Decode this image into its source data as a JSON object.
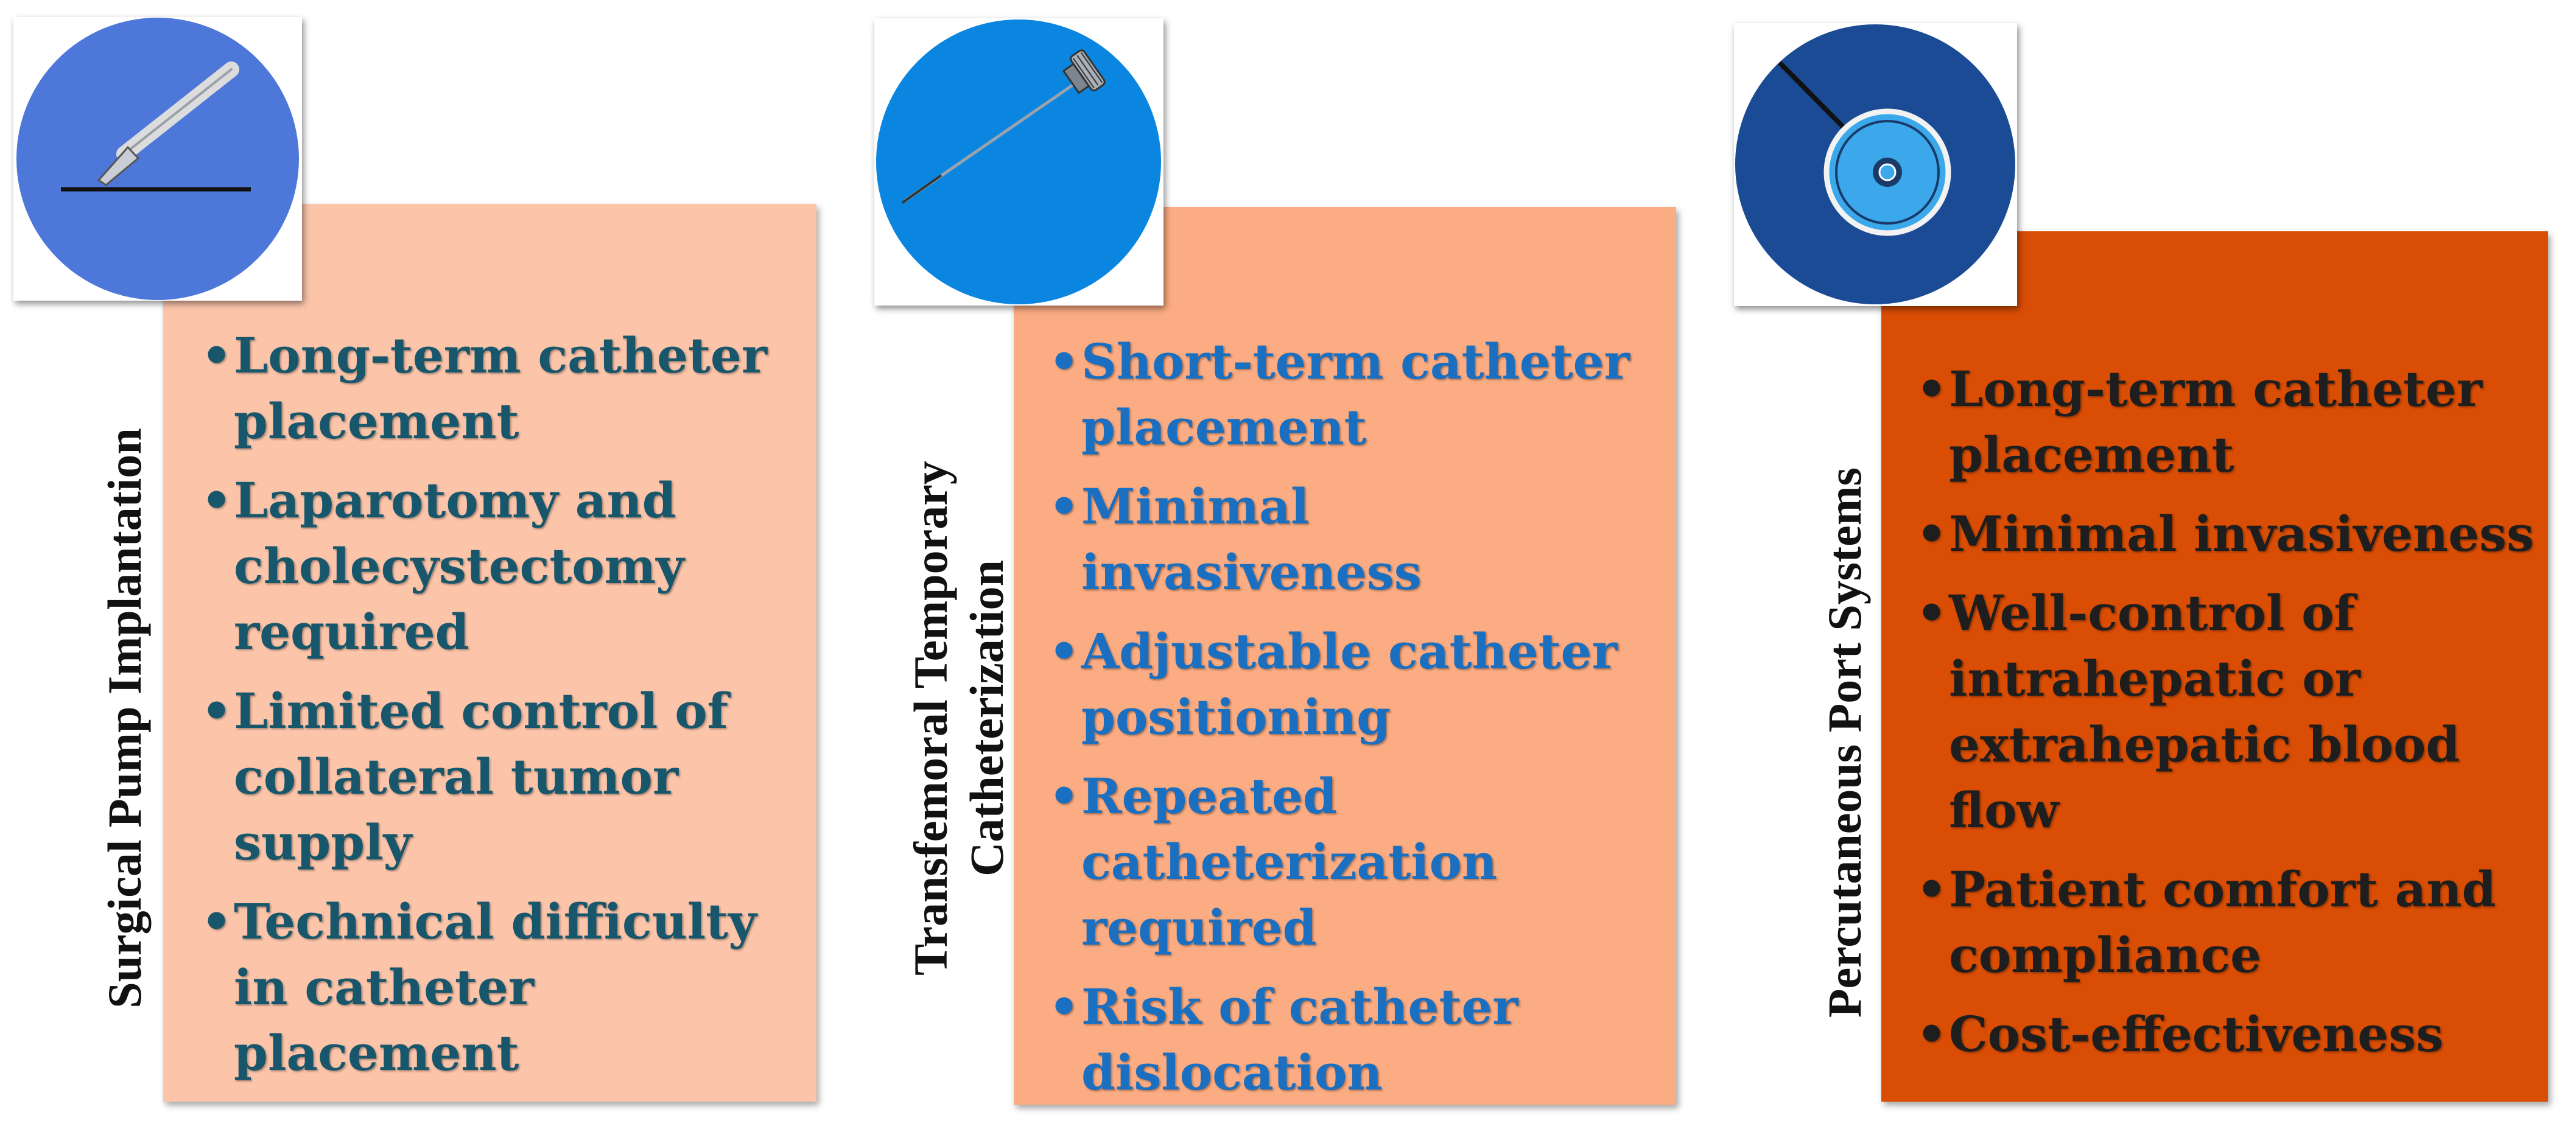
{
  "panels": [
    {
      "title": "Surgical Pump Implantation",
      "icon": "scalpel-icon",
      "background": "#fcc5aa",
      "text_color": "#17566b",
      "bullets": [
        "Long-term catheter placement",
        "Laparotomy and cholecystectomy required",
        "Limited control of collateral tumor supply",
        "Technical difficulty in catheter placement"
      ]
    },
    {
      "title_line1": "Transfemoral Temporary",
      "title_line2": "Catheterization",
      "icon": "catheter-needle-icon",
      "background": "#fcac82",
      "text_color": "#1a6fc0",
      "bullets": [
        "Short-term catheter placement",
        "Minimal invasiveness",
        "Adjustable catheter positioning",
        "Repeated catheterization required",
        "Risk of catheter dislocation"
      ]
    },
    {
      "title": "Percutaneous Port Systems",
      "icon": "port-system-icon",
      "background": "#d94d05",
      "text_color": "#1e1e1e",
      "bullets": [
        "Long-term catheter placement",
        "Minimal invasiveness",
        "Well-control of intrahepatic or extrahepatic blood flow",
        "Patient comfort and compliance",
        "Cost-effectiveness"
      ]
    }
  ]
}
